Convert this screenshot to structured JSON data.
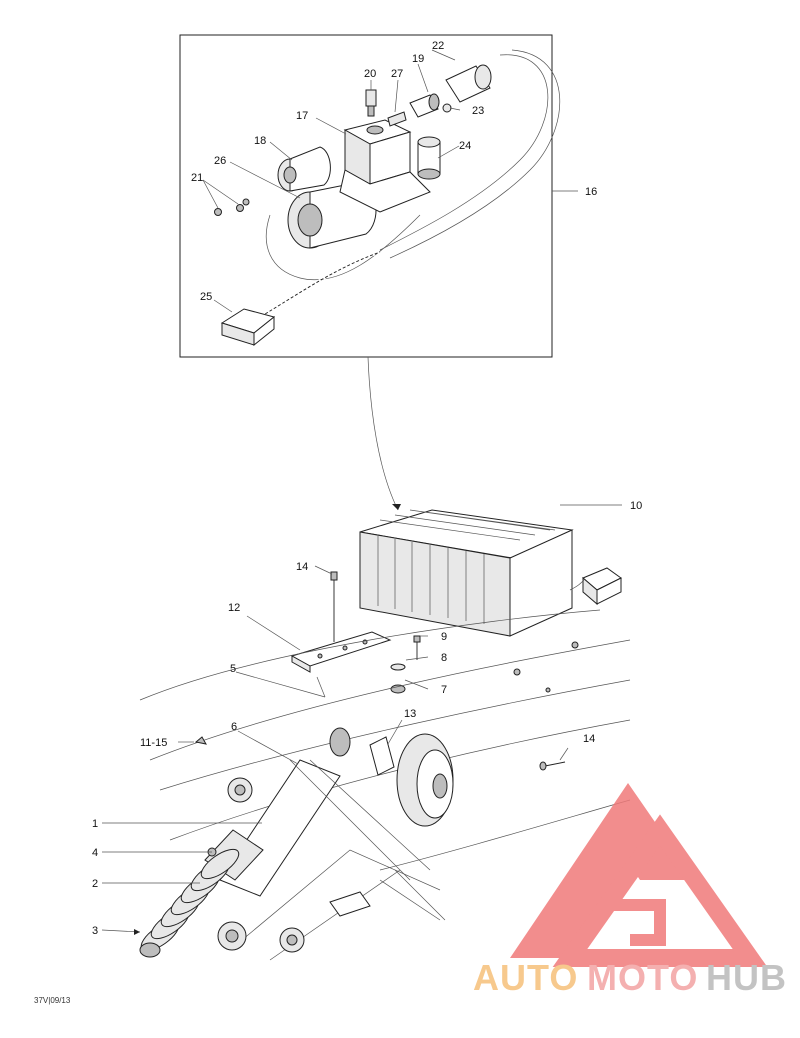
{
  "diagram": {
    "callouts": {
      "c1": "1",
      "c2": "2",
      "c3": "3",
      "c4": "4",
      "c5": "5",
      "c6": "6",
      "c7": "7",
      "c8": "8",
      "c9": "9",
      "c10": "10",
      "c11_15": "11-15",
      "c12": "12",
      "c13": "13",
      "c14a": "14",
      "c14b": "14",
      "c16": "16",
      "c17": "17",
      "c18": "18",
      "c19": "19",
      "c20": "20",
      "c21": "21",
      "c22": "22",
      "c23": "23",
      "c24": "24",
      "c25": "25",
      "c26": "26",
      "c27": "27"
    },
    "figure_code": "37V|09/13"
  },
  "watermark": {
    "word_1": "AUTO",
    "word_2": "MOTO",
    "word_3": "HUB",
    "colors": {
      "auto": "#f6c07a",
      "moto": "#f3a3a3",
      "hub": "#b9b9b9",
      "logo": "#f07a7a"
    }
  }
}
